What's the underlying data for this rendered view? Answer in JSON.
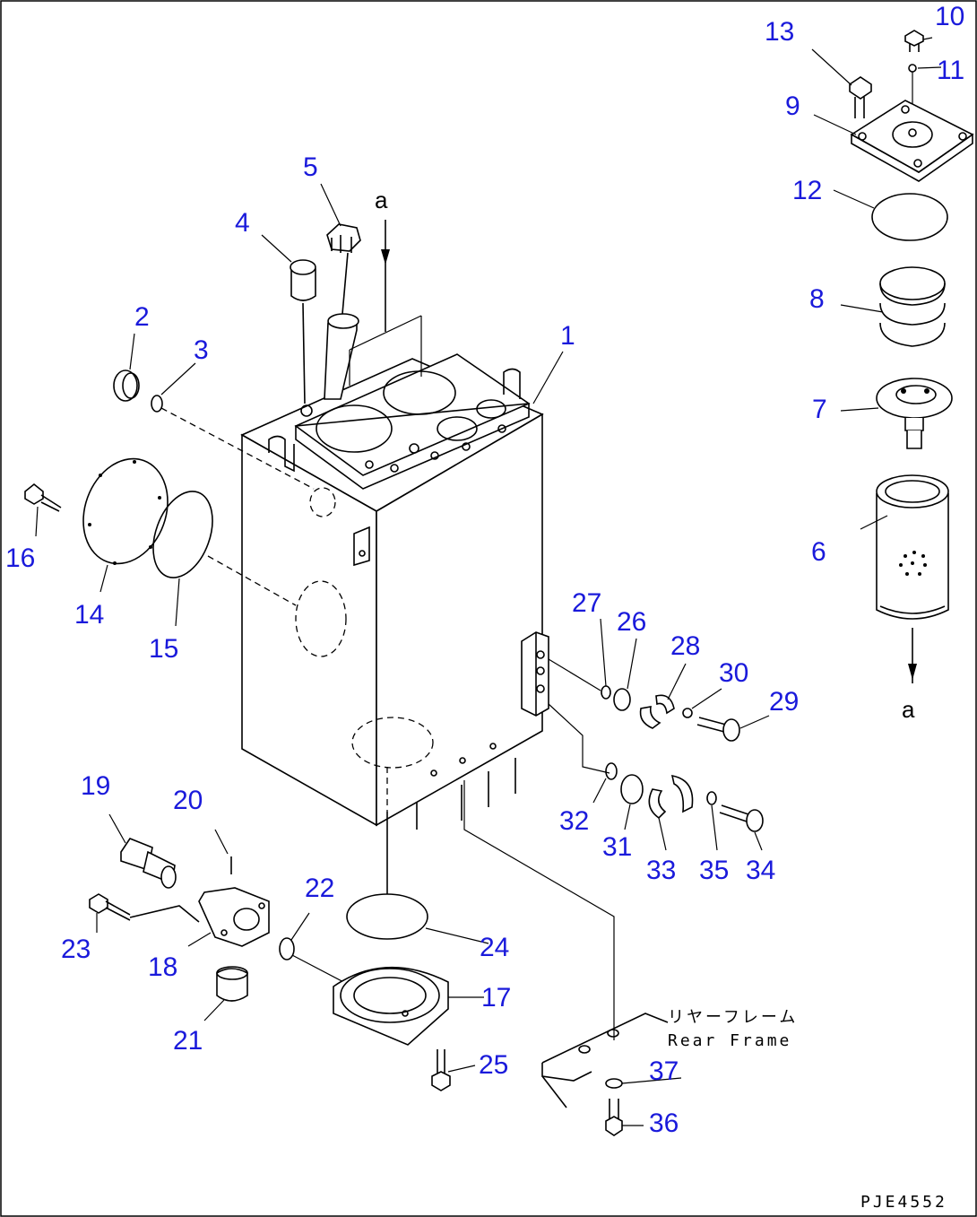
{
  "diagram": {
    "callouts": [
      "1",
      "2",
      "3",
      "4",
      "5",
      "6",
      "7",
      "8",
      "9",
      "10",
      "11",
      "12",
      "13",
      "14",
      "15",
      "16",
      "17",
      "18",
      "19",
      "20",
      "21",
      "22",
      "23",
      "24",
      "25",
      "26",
      "27",
      "28",
      "29",
      "30",
      "31",
      "32",
      "33",
      "34",
      "35",
      "36",
      "37"
    ],
    "arrow_label_top": "a",
    "arrow_label_bottom": "a",
    "rear_frame_jp": "リヤーフレーム",
    "rear_frame_en": "Rear Frame",
    "drawing_code": "PJE4552"
  },
  "colors": {
    "callout": "#1a1adb",
    "line": "#000000",
    "background": "#ffffff"
  }
}
